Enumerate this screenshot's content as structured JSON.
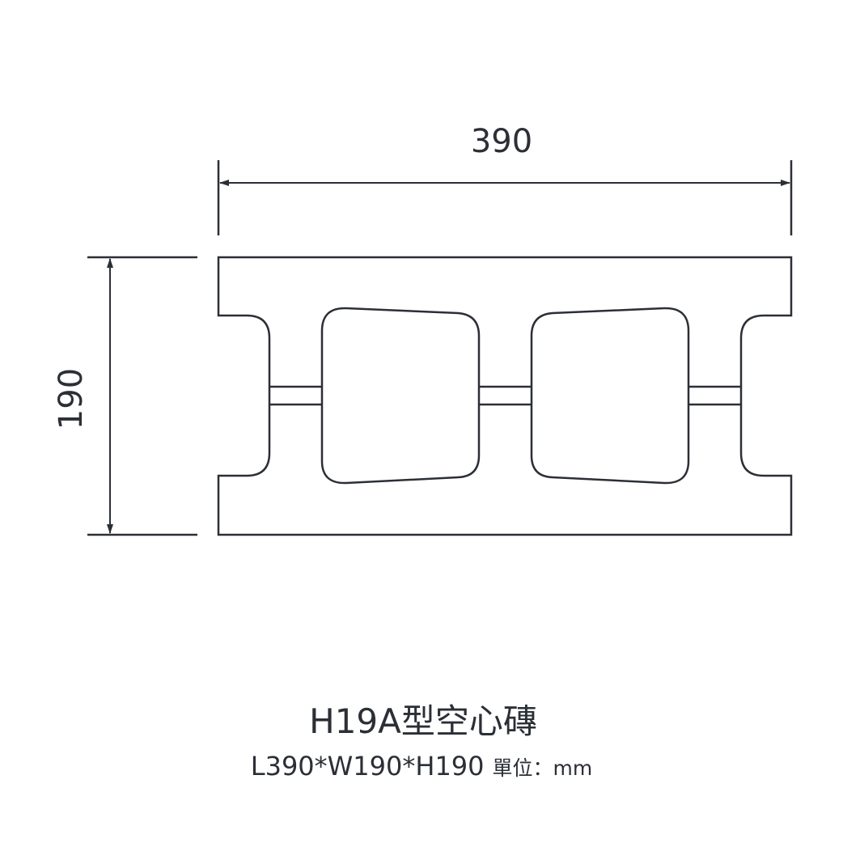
{
  "dimensions": {
    "length": "390",
    "height": "190"
  },
  "title": "H19A型空心磚",
  "spec": "L390*W190*H190",
  "unit": "單位：mm",
  "colors": {
    "line": "#2b2f36",
    "background": "#ffffff"
  }
}
